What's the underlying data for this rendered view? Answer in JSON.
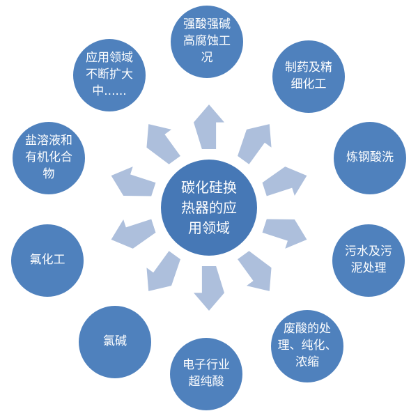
{
  "diagram": {
    "title": "碳化硅换热器的应用领域",
    "center": {
      "label": "碳化硅换\n热器的应\n用领域"
    },
    "nodes": [
      {
        "id": "strong-acid-alkali",
        "label": "强酸强碱\n高腐蚀工\n况"
      },
      {
        "id": "pharma-fine-chem",
        "label": "制药及精\n细化工"
      },
      {
        "id": "steel-pickling",
        "label": "炼钢酸洗"
      },
      {
        "id": "sewage-sludge",
        "label": "污水及污\n泥处理"
      },
      {
        "id": "waste-acid",
        "label": "废酸的处\n理、纯化、\n浓缩"
      },
      {
        "id": "electronics-ultrapure",
        "label": "电子行业\n超纯酸"
      },
      {
        "id": "chlor-alkali",
        "label": "氯碱"
      },
      {
        "id": "fluorine-chem",
        "label": "氟化工"
      },
      {
        "id": "salt-organic",
        "label": "盐溶液和\n有机化合\n物"
      },
      {
        "id": "expanding-fields",
        "label": "应用领域\n不断扩大\n中......"
      }
    ],
    "colors": {
      "node_fill": "#4f81bd",
      "center_fill": "#4678b6",
      "arrow_fill": "#adbfdc",
      "text": "#ffffff",
      "background": "#ffffff"
    }
  }
}
